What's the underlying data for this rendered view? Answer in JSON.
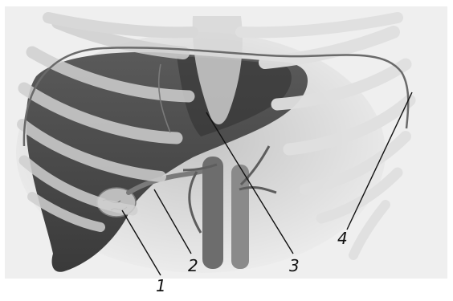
{
  "figure": {
    "callouts": [
      {
        "id": "1",
        "label": "1"
      },
      {
        "id": "2",
        "label": "2"
      },
      {
        "id": "3",
        "label": "3"
      },
      {
        "id": "4",
        "label": "4"
      }
    ]
  },
  "colors": {
    "background": "#ffffff",
    "plate": "#efefef",
    "liver": "#4a4a4a",
    "liver_dark": "#2f2f2f",
    "bone": "#cfcfcf",
    "bone_faint": "#e3e3e3",
    "vessel": "#6d6d6d",
    "leader_line": "#111111"
  }
}
